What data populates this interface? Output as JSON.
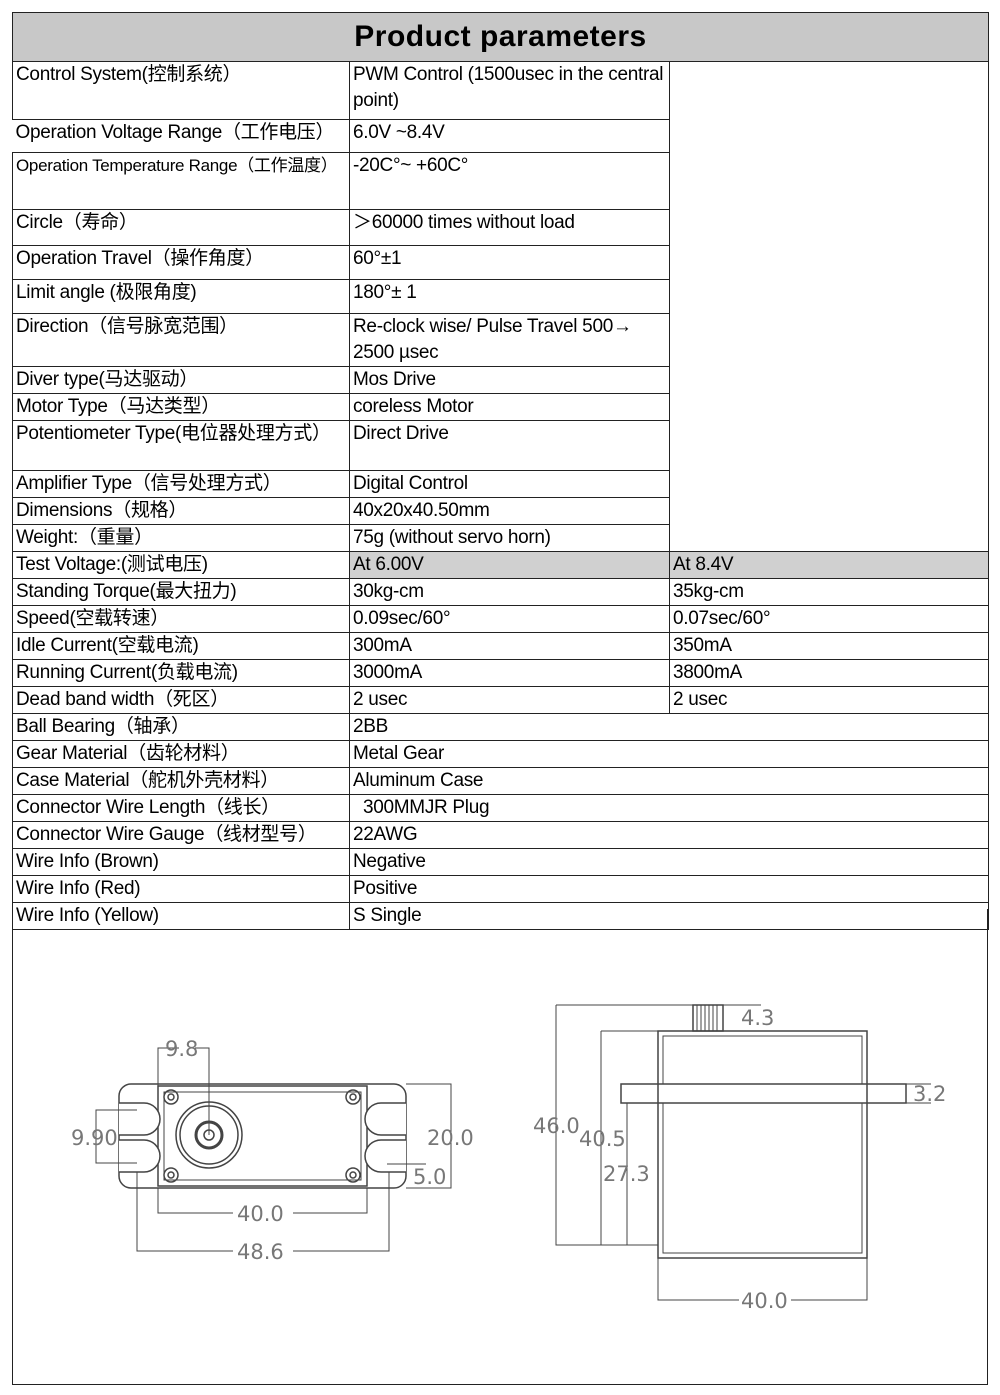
{
  "title": "Product parameters",
  "rows": [
    {
      "label": "Control System(控制系统）",
      "value": "PWM Control (1500usec in the central point)"
    },
    {
      "label": "Operation Voltage Range（工作电压）",
      "value": "6.0V ~8.4V"
    },
    {
      "label": "Operation Temperature Range（工作温度）",
      "value": "-20C°~ +60C°"
    },
    {
      "label": "Circle（寿命）",
      "value": "＞60000 times without load"
    },
    {
      "label": "Operation Travel（操作角度）",
      "value": "60°±1"
    },
    {
      "label": "Limit angle (极限角度)",
      "value": "180°± 1"
    },
    {
      "label": "Direction（信号脉宽范围）",
      "value": "Re-clock wise/ Pulse Travel 500→ 2500 µsec"
    },
    {
      "label": "Diver type(马达驱动）",
      "value": "Mos Drive"
    },
    {
      "label": "Motor Type（马达类型）",
      "value": "coreless Motor"
    },
    {
      "label": "Potentiometer Type(电位器处理方式）",
      "value": "Direct Drive"
    },
    {
      "label": "Amplifier Type（信号处理方式）",
      "value": "Digital Control"
    },
    {
      "label": "Dimensions（规格）",
      "value": "40x20x40.50mm"
    },
    {
      "label": "Weight:（重量）",
      "value": "75g (without servo horn)"
    }
  ],
  "test_rows": [
    {
      "label": "Test Voltage:(测试电压)",
      "v6": "At 6.00V",
      "v84": "At 8.4V"
    },
    {
      "label": "Standing Torque(最大扭力)",
      "v6": "30kg-cm",
      "v84": "35kg-cm"
    },
    {
      "label": "Speed(空载转速）",
      "v6": "0.09sec/60°",
      "v84": "0.07sec/60°"
    },
    {
      "label": "Idle Current(空载电流)",
      "v6": "300mA",
      "v84": "350mA"
    },
    {
      "label": "Running Current(负载电流)",
      "v6": "3000mA",
      "v84": "3800mA"
    },
    {
      "label": "Dead band width（死区）",
      "v6": "2 usec",
      "v84": "2 usec"
    }
  ],
  "bottom_rows": [
    {
      "label": "Ball Bearing（轴承）",
      "value": "2BB"
    },
    {
      "label": "Gear Material（齿轮材料）",
      "value": "Metal Gear"
    },
    {
      "label": "Case Material（舵机外壳材料）",
      "value": "Aluminum Case"
    },
    {
      "label": "Connector Wire Length（线长）",
      "value": "  300MMJR Plug"
    },
    {
      "label": "Connector Wire Gauge（线材型号）",
      "value": "22AWG"
    },
    {
      "label": "Wire Info (Brown)",
      "value": "Negative"
    },
    {
      "label": "Wire Info (Red)",
      "value": "Positive"
    },
    {
      "label": "Wire Info (Yellow)",
      "value": "S Single"
    }
  ],
  "drawing": {
    "top_view": {
      "horn_offset": "9.8",
      "hole_spacing": "9.90",
      "height": "20.0",
      "ear_hole": "5.0",
      "body_length": "40.0",
      "overall_length": "48.6"
    },
    "side_view": {
      "spline_height": "4.3",
      "flange_thickness": "3.2",
      "total_height": "46.0",
      "body_height": "40.5",
      "lower_height": "27.3",
      "width": "40.0"
    }
  }
}
